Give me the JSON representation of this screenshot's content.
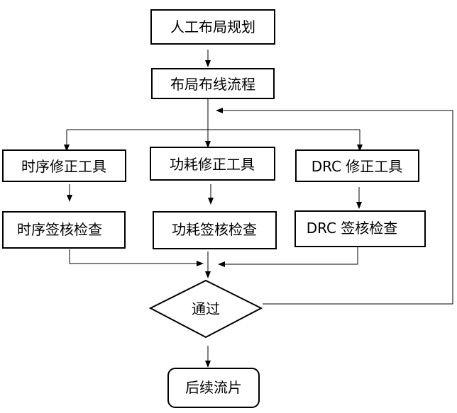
{
  "nodes": {
    "manual_layout": "人工布局规划",
    "layout_routing": "布局布线流程",
    "timing_fix": "时序修正工具",
    "power_fix": "功耗修正工具",
    "drc_fix": "DRC 修正工具",
    "timing_check": "时序签核检查",
    "power_check": "功耗签核检查",
    "drc_check": "DRC 签核检查",
    "pass": "通过",
    "post_flow": "后续流片"
  }
}
